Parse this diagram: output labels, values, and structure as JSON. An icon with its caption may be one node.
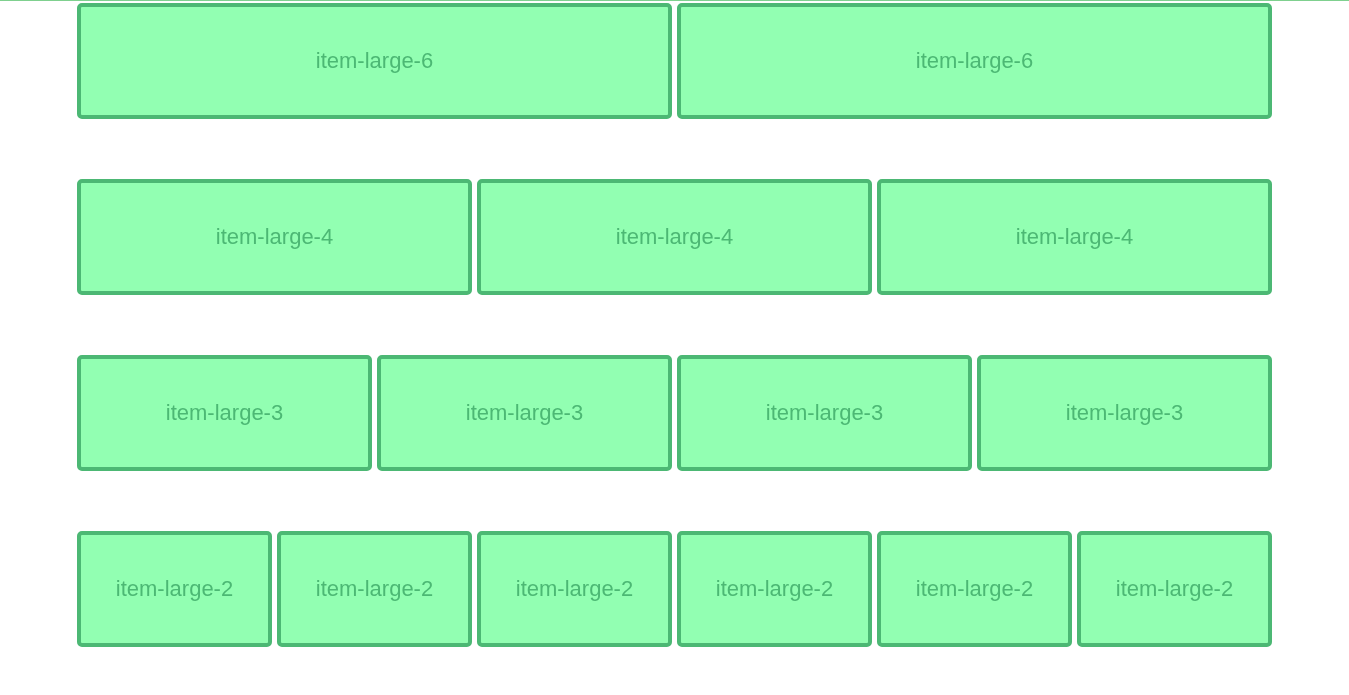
{
  "diagram": {
    "nodes": [
      {
        "text": [
          "item-large-6"
        ]
      },
      {
        "text": [
          "item-large-6"
        ]
      },
      {
        "text": [
          "item-large-4"
        ]
      },
      {
        "text": [
          "item-large-4"
        ]
      },
      {
        "text": [
          "item-large-4"
        ]
      },
      {
        "text": [
          "item-large-3"
        ]
      },
      {
        "text": [
          "item-large-3"
        ]
      },
      {
        "text": [
          "item-large-3"
        ]
      },
      {
        "text": [
          "item-large-3"
        ]
      },
      {
        "text": [
          "item-large-2"
        ]
      },
      {
        "text": [
          "item-large-2"
        ]
      },
      {
        "text": [
          "item-large-2"
        ]
      },
      {
        "text": [
          "item-large-2"
        ]
      },
      {
        "text": [
          "item-large-2"
        ]
      },
      {
        "text": [
          "item-large-2"
        ]
      }
    ]
  }
}
